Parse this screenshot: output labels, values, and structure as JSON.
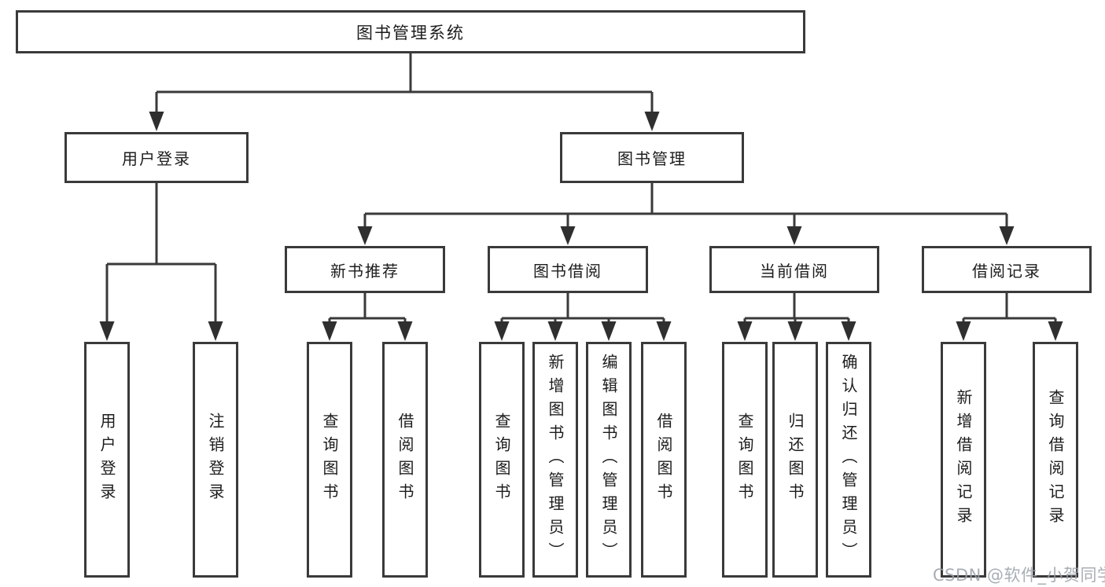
{
  "diagram": {
    "type": "hierarchy-tree",
    "orientation": "top-down",
    "colors": {
      "line": "#3a3a3a",
      "box_border": "#3a3a3a",
      "box_fill": "#ffffff",
      "text": "#1c1c1c",
      "background": "#ffffff",
      "watermark": "#9aa1a8"
    }
  },
  "tree": {
    "label": "图书管理系统",
    "children": [
      {
        "label": "用户登录",
        "children": [
          {
            "label": "用户登录"
          },
          {
            "label": "注销登录"
          }
        ]
      },
      {
        "label": "图书管理",
        "children": [
          {
            "label": "新书推荐",
            "children": [
              {
                "label": "查询图书"
              },
              {
                "label": "借阅图书"
              }
            ]
          },
          {
            "label": "图书借阅",
            "children": [
              {
                "label": "查询图书"
              },
              {
                "label": "新增图书（管理员）"
              },
              {
                "label": "编辑图书（管理员）"
              },
              {
                "label": "借阅图书"
              }
            ]
          },
          {
            "label": "当前借阅",
            "children": [
              {
                "label": "查询图书"
              },
              {
                "label": "归还图书"
              },
              {
                "label": "确认归还（管理员）"
              }
            ]
          },
          {
            "label": "借阅记录",
            "children": [
              {
                "label": "新增借阅记录"
              },
              {
                "label": "查询借阅记录"
              }
            ]
          }
        ]
      }
    ]
  },
  "watermark": {
    "text": "CSDN @软件_小贺同学"
  }
}
